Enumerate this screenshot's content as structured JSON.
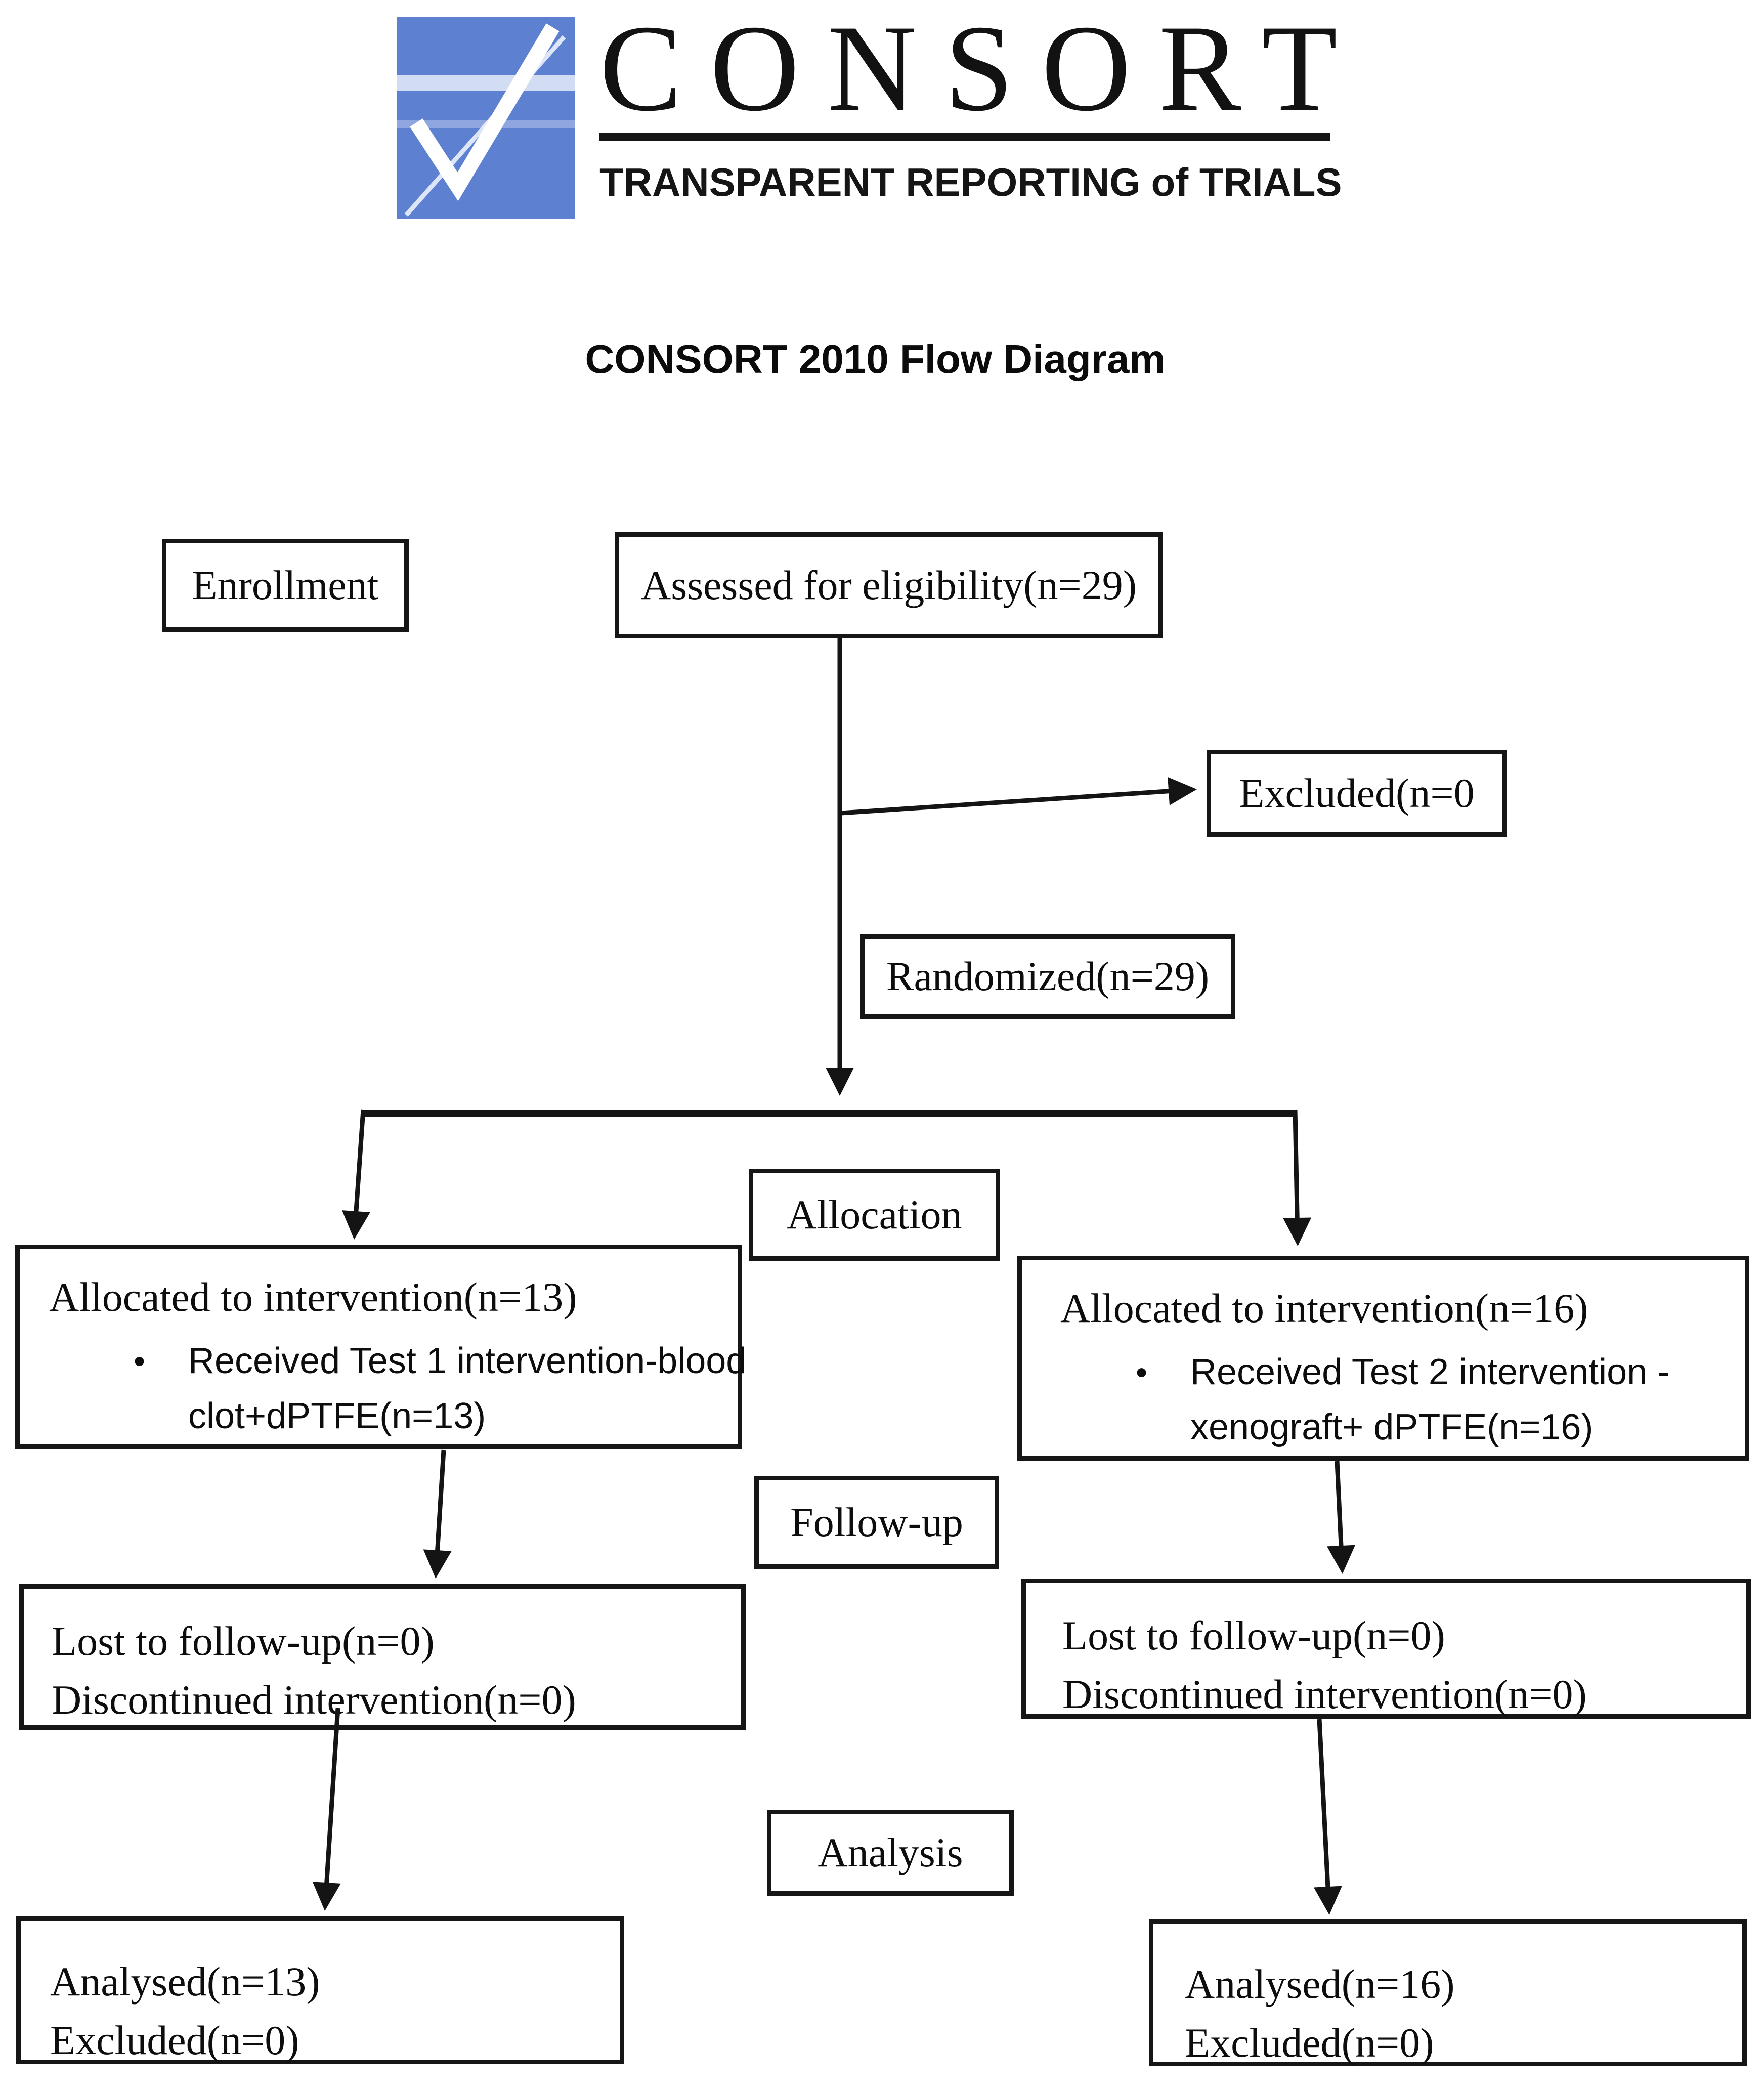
{
  "logo": {
    "wordmark": "CONSORT",
    "tagline": "TRANSPARENT REPORTING of TRIALS",
    "square_color": "#5d80d0",
    "stripe_light": "#dfe6f6",
    "stripe_mid": "#8fa6e0"
  },
  "title": "CONSORT 2010 Flow Diagram",
  "bullet_glyph": "•",
  "stages": {
    "enrollment": "Enrollment",
    "allocation": "Allocation",
    "followup": "Follow-up",
    "analysis": "Analysis"
  },
  "boxes": {
    "assessed": {
      "text": "Assessed for eligibility(n=29)"
    },
    "excluded": {
      "text": "Excluded(n=0"
    },
    "randomized": {
      "text": "Randomized(n=29)"
    },
    "allocated_left": {
      "title": "Allocated to intervention(n=13)",
      "bullet_line1": "Received Test 1 intervention-blood",
      "bullet_line2": "clot+dPTFE(n=13)"
    },
    "allocated_right": {
      "title": "Allocated to intervention(n=16)",
      "bullet_line1": "Received Test 2 intervention -",
      "bullet_line2": "xenograft+ dPTFE(n=16)"
    },
    "followup_left": {
      "line1": "Lost to follow-up(n=0)",
      "line2": "Discontinued intervention(n=0)"
    },
    "followup_right": {
      "line1": "Lost to follow-up(n=0)",
      "line2": "Discontinued intervention(n=0)"
    },
    "analysed_left": {
      "line1": "Analysed(n=13)",
      "line2": "Excluded(n=0)"
    },
    "analysed_right": {
      "line1": "Analysed(n=16)",
      "line2": "Excluded(n=0)"
    }
  }
}
